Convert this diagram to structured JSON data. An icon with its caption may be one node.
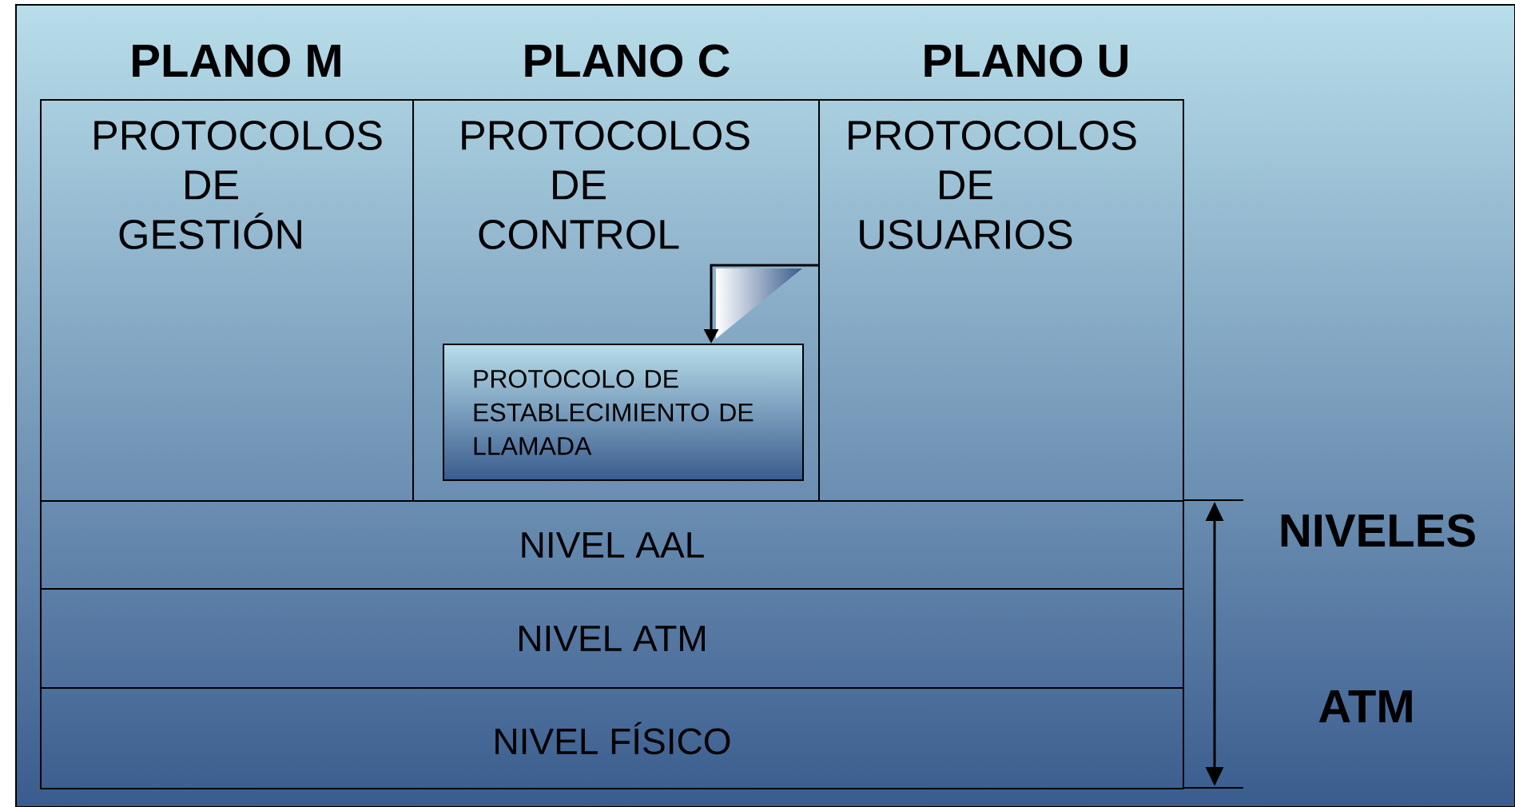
{
  "diagram": {
    "nodes": [
      {
        "text": [
          "PLANO M",
          "PROTOCOLOS DE GESTIÓN"
        ]
      },
      {
        "text": [
          "PLANO C",
          "PROTOCOLOS DE CONTROL"
        ]
      },
      {
        "text": [
          "PROTOCOLO DE ESTABLECIMIENTO DE LLAMADA"
        ],
        "in": 1
      },
      {
        "text": [
          "PLANO U",
          "PROTOCOLOS DE USUARIOS"
        ]
      },
      {
        "text": [
          "NIVEL AAL"
        ]
      },
      {
        "text": [
          "NIVEL ATM"
        ]
      },
      {
        "text": [
          "NIVEL FÍSICO"
        ]
      }
    ],
    "edges": [
      {
        "from": 1,
        "to": 2,
        "arrow": "to"
      }
    ],
    "labels": [
      "NIVELES",
      "ATM"
    ]
  }
}
